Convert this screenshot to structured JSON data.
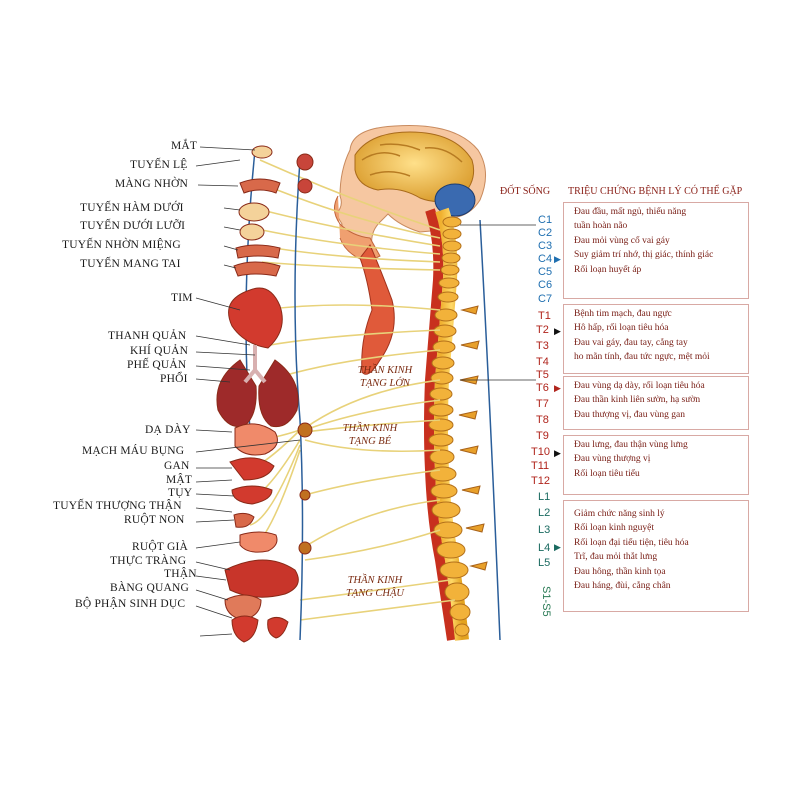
{
  "organ_labels": [
    "MẮT",
    "TUYẾN LỆ",
    "MÀNG NHỜN",
    "TUYẾN HÀM DƯỚI",
    "TUYẾN DƯỚI LƯỠI",
    "TUYẾN NHỜN MIỆNG",
    "TUYẾN MANG TAI",
    "TIM",
    "THANH QUẢN",
    "KHÍ QUẢN",
    "PHẾ QUẢN",
    "PHỔI",
    "DẠ DÀY",
    "MẠCH MÁU BỤNG",
    "GAN",
    "MẬT",
    "TỤY",
    "TUYẾN THƯỢNG THẬN",
    "RUỘT NON",
    "RUỘT GIÀ",
    "THỰC TRÀNG",
    "THẬN",
    "BÀNG QUANG",
    "BỘ PHẬN SINH DỤC"
  ],
  "vertebrae": [
    "C1",
    "C2",
    "C3",
    "C4",
    "C5",
    "C6",
    "C7",
    "T1",
    "T2",
    "T3",
    "T4",
    "T5",
    "T6",
    "T7",
    "T8",
    "T9",
    "T10",
    "T11",
    "T12",
    "L1",
    "L2",
    "L3",
    "L4",
    "L5",
    "S1-S5"
  ],
  "nerve_labels": {
    "large_visceral": "THẦN KINH TẠNG LỚN",
    "small_visceral": "THẦN KINH TẠNG BÉ",
    "pelvic_visceral": "THẦN KINH TẠNG CHẬU"
  },
  "headers": {
    "vertebra_column": "ĐỐT SỐNG",
    "symptom_column": "TRIỆU CHỨNG BỆNH LÝ CÓ THỂ GẶP"
  },
  "symptom_groups": [
    [
      "Đau đầu, mất ngủ, thiểu năng",
      "tuần hoàn não",
      "Đau mỏi vùng cổ vai gáy",
      "Suy giảm trí nhớ, thị giác, thính giác",
      "Rối loạn huyết áp"
    ],
    [
      "Bệnh tim mạch, đau ngực",
      "Hô hấp, rối loạn tiêu hóa",
      "Đau vai gáy, đau tay, cẳng tay",
      "ho mãn tính, đau tức ngực, mệt mỏi"
    ],
    [
      "Đau vùng dạ dày, rối loạn tiêu hóa",
      "Đau thần kinh liên sườn, hạ sườn",
      "Đau thượng vị, đau vùng gan"
    ],
    [
      "Đau lưng, đau thận vùng lưng",
      "Đau vùng thượng vị",
      "Rối loạn tiêu tiểu"
    ],
    [
      "Giảm chức năng sinh lý",
      "Rối loạn kinh nguyệt",
      "Rối loạn đại tiểu tiện, tiêu hóa",
      "Trĩ, đau mỏi thắt lưng",
      "Đau hông, thần kinh tọa",
      "Đau háng, đùi, cẳng chân"
    ]
  ],
  "colors": {
    "cervical": "#1f6fb0",
    "thoracic": "#b0241c",
    "lumbar": "#1a6a60",
    "sacral": "#2a7a55",
    "nerve": "#e8d27a",
    "box_border": "#d8a9a4"
  }
}
